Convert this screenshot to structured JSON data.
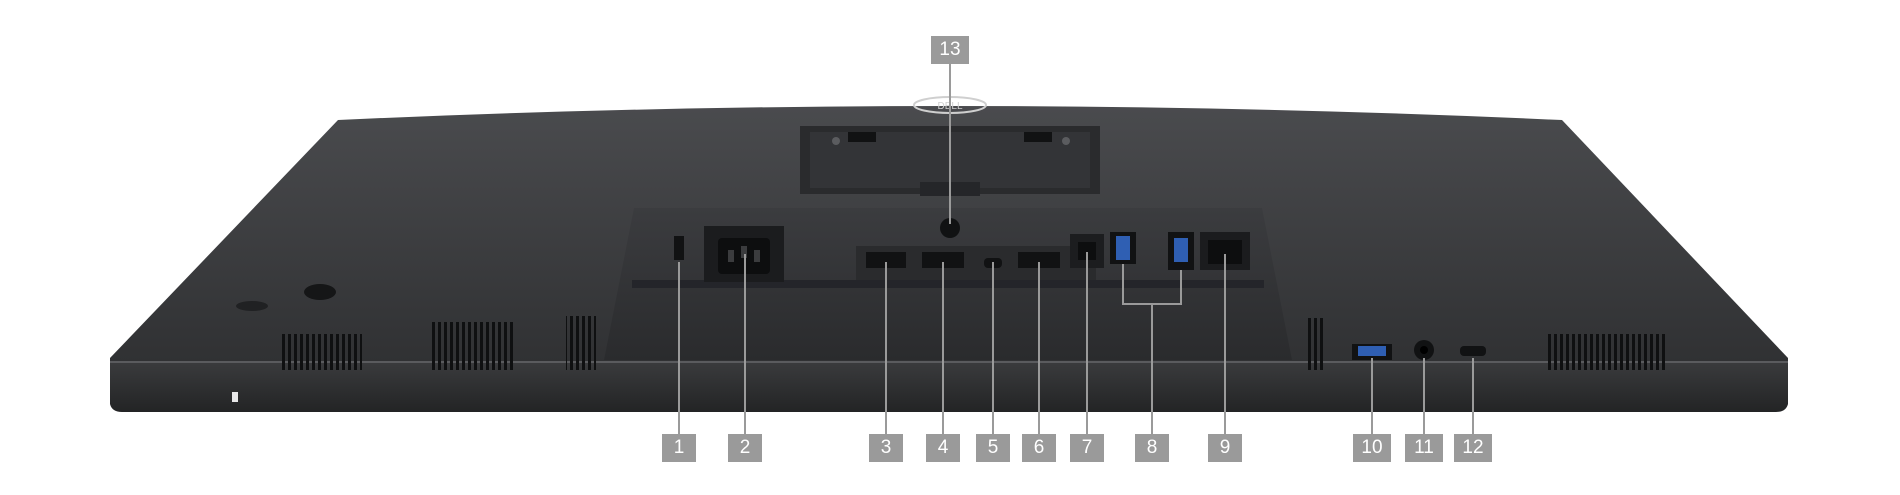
{
  "image": {
    "subject": "Dell monitor rear panel, viewed from below, showing numbered connectors",
    "colors": {
      "background": "#ffffff",
      "housing": "#3a3b3d",
      "housing_dark": "#2b2c2e",
      "port_black": "#111213",
      "usb_blue": "#2f5fb3",
      "callout_box": "#9a9a9a",
      "callout_text": "#ffffff",
      "leader_line": "#9a9a9a"
    }
  },
  "brand": {
    "logo_text": "DELL"
  },
  "callouts": [
    "1",
    "2",
    "3",
    "4",
    "5",
    "6",
    "7",
    "8",
    "9",
    "10",
    "11",
    "12",
    "13"
  ]
}
